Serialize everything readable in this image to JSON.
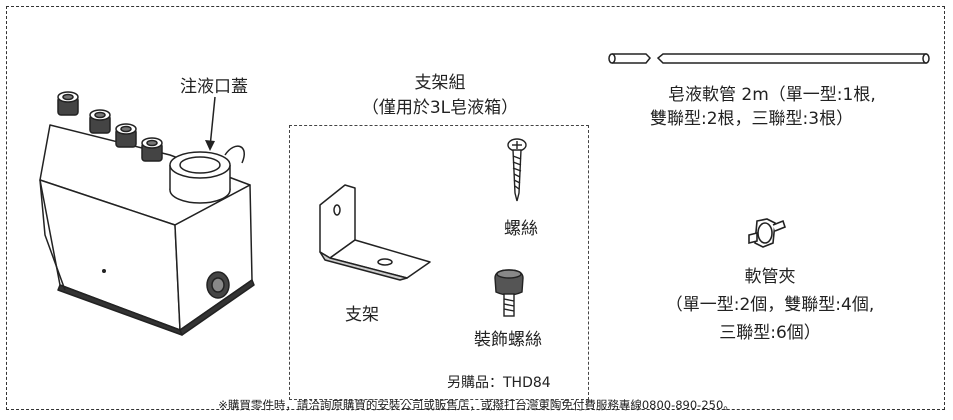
{
  "tank": {
    "cap_label": "注液口蓋"
  },
  "bracket_set": {
    "title": "支架組",
    "subtitle": "（僅用於3L皂液箱）",
    "bracket_label": "支架",
    "screw_label": "螺絲",
    "deco_screw_label": "裝飾螺絲",
    "sold_separately": "另購品：THD84"
  },
  "hose": {
    "line1": "皂液軟管 2m（單一型:1根,",
    "line2": "雙聯型:2根，三聯型:3根）"
  },
  "clamp": {
    "line1": "軟管夾",
    "line2": "（單一型:2個，雙聯型:4個,",
    "line3": "三聯型:6個）"
  },
  "footer": "※購買零件時，請洽詢原購買的安裝公司或販售店，或撥打台灣東陶免付費服務專線0800-890-250。"
}
